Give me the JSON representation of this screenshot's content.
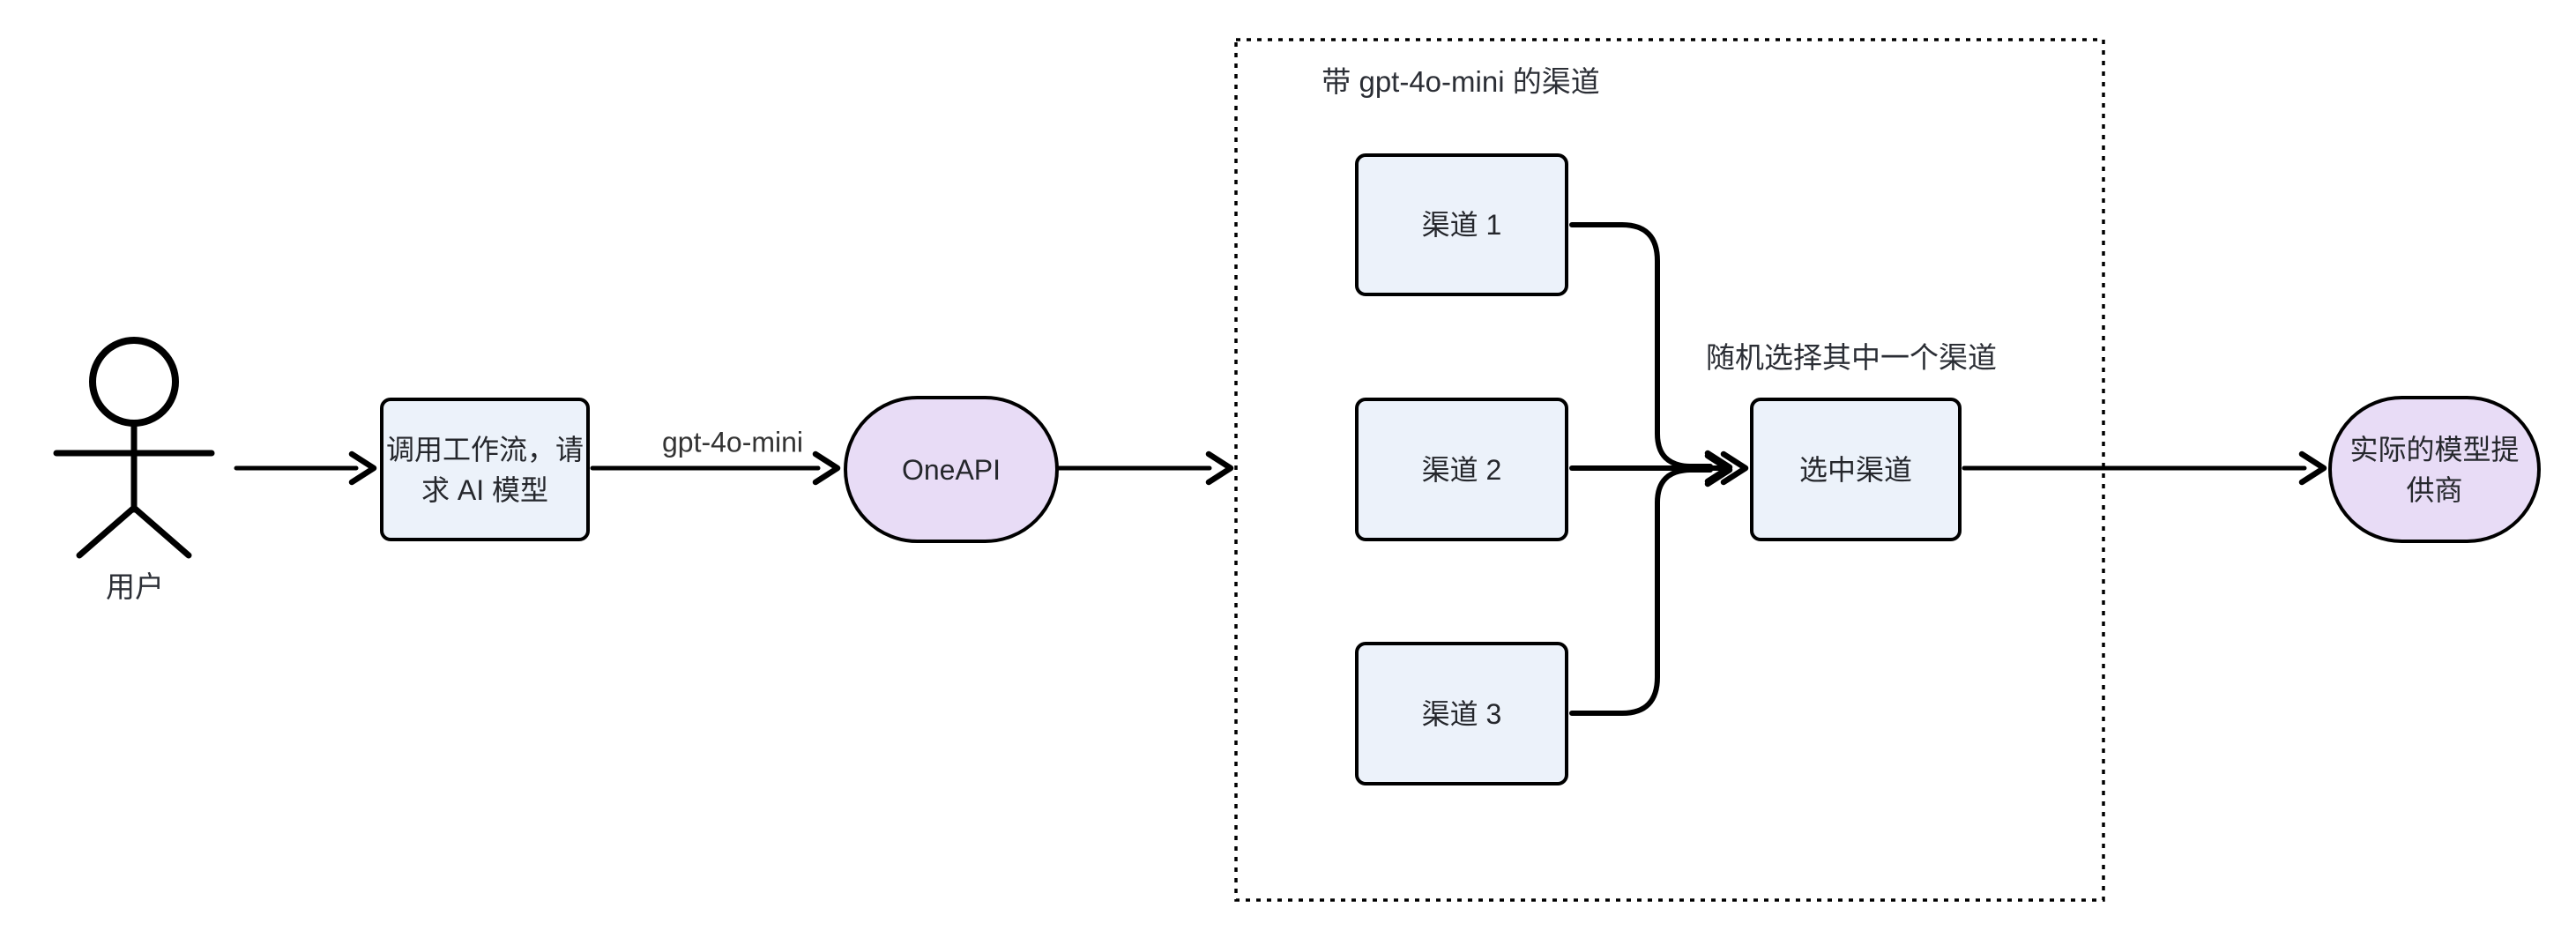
{
  "diagram": {
    "type": "flowchart",
    "direction": "LR"
  },
  "actor": {
    "label": "用户"
  },
  "nodes": {
    "workflow": {
      "shape": "rect",
      "line1": "调用工作流，请",
      "line2": "求 AI 模型"
    },
    "oneapi": {
      "shape": "stadium",
      "label": "OneAPI"
    },
    "channel1": {
      "shape": "rect",
      "label": "渠道 1"
    },
    "channel2": {
      "shape": "rect",
      "label": "渠道 2"
    },
    "channel3": {
      "shape": "rect",
      "label": "渠道 3"
    },
    "selected": {
      "shape": "rect",
      "label": "选中渠道"
    },
    "provider": {
      "shape": "stadium",
      "line1": "实际的模型提",
      "line2": "供商"
    }
  },
  "subgraph": {
    "title": "带 gpt-4o-mini 的渠道"
  },
  "edge_labels": {
    "model": "gpt-4o-mini",
    "random_pick": "随机选择其中一个渠道"
  },
  "colors": {
    "background": "#ffffff",
    "rect_fill": "#ecf2fa",
    "stadium_fill": "#e8dcf6",
    "stroke": "#000000",
    "node_text": "#25272c",
    "edge_label_text": "#333333"
  }
}
